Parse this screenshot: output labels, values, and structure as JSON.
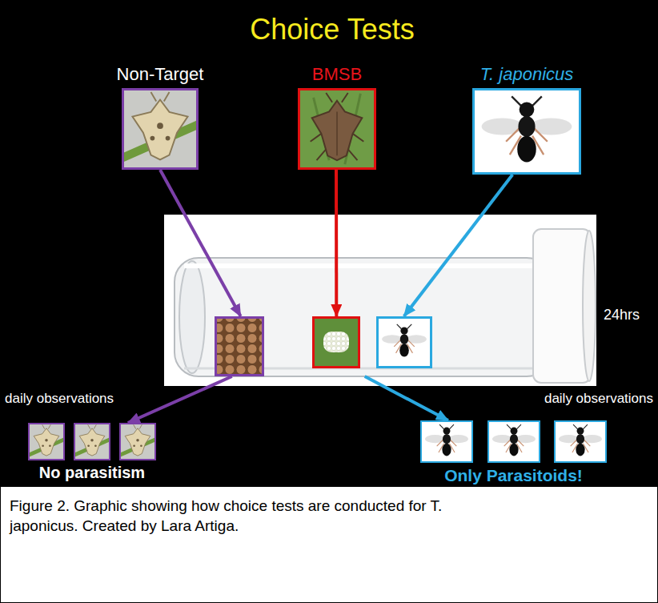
{
  "diagram": {
    "title": "Choice Tests",
    "caption": "Figure 2. Graphic showing how choice tests are conducted for T. japonicus. Created by Lara Artiga.",
    "nodes": [
      {
        "text": [
          "Non-Target"
        ]
      },
      {
        "text": [
          "BMSB"
        ]
      },
      {
        "text": [
          "T. japonicus"
        ]
      },
      {
        "text": [
          "24hrs"
        ]
      },
      {
        "text": [
          "No parasitism"
        ]
      },
      {
        "text": [
          "Only Parasitoids!"
        ]
      }
    ],
    "edges": [
      {
        "from": 0,
        "to": 3,
        "arrow": "to"
      },
      {
        "from": 1,
        "to": 3,
        "arrow": "to"
      },
      {
        "from": 2,
        "to": 3,
        "arrow": "to"
      },
      {
        "from": 3,
        "to": 4,
        "label": "daily observations",
        "arrow": "to"
      },
      {
        "from": 3,
        "to": 5,
        "label": "daily observations",
        "arrow": "to"
      }
    ]
  }
}
